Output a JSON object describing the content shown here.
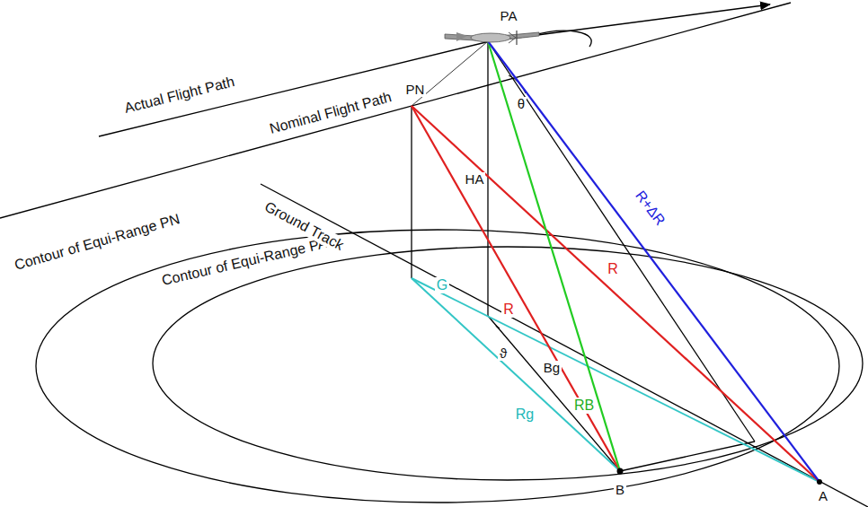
{
  "diagram": {
    "labels": [
      "PA",
      "Actual Flight Path",
      "PN",
      "Nominal Flight Path",
      "HA",
      "θ",
      "Contour of Equi-Range PN",
      "Contour of Equi-Range PA",
      "Ground Track",
      "G",
      "R",
      "R",
      "R+ΔR",
      "RB",
      "Rg",
      "Bg",
      "ϑ",
      "A",
      "B"
    ]
  }
}
